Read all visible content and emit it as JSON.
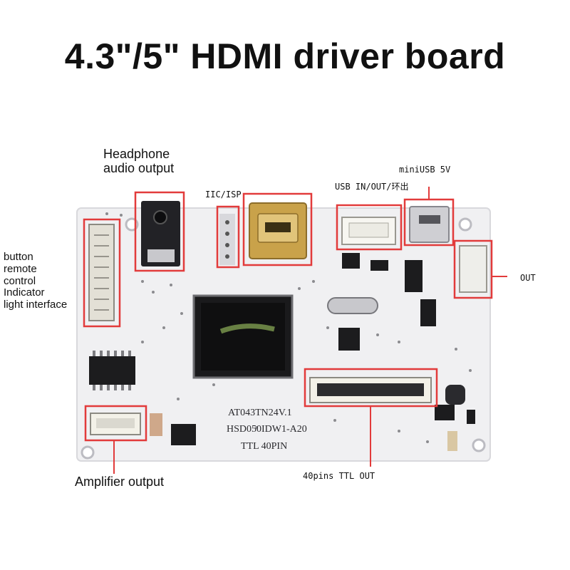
{
  "title": "4.3\"/5\" HDMI driver board",
  "labels": {
    "headphone_line1": "Headphone",
    "headphone_line2": "audio output",
    "iic_isp": "IIC/ISP",
    "usb_in_out": "USB IN/OUT/环出",
    "mini_usb": "miniUSB 5V",
    "out_partial": "OUT",
    "button_line1": "button",
    "button_line2": "remote",
    "button_line3": "control",
    "button_line4": "Indicator",
    "button_line5": "light interface",
    "amplifier": "Amplifier output",
    "ttl_out": "40pins TTL OUT"
  },
  "silkscreen": {
    "line1": "AT043TN24V.1",
    "line2": "HSD050IDW1-A20",
    "line3": "TTL 40PIN"
  },
  "colors": {
    "board": "#f0f0f2",
    "callout": "#e23b3b",
    "chip": "#1c1c1e",
    "connector": "#e8e4d8",
    "hdmi_gold": "#c9a24a"
  }
}
